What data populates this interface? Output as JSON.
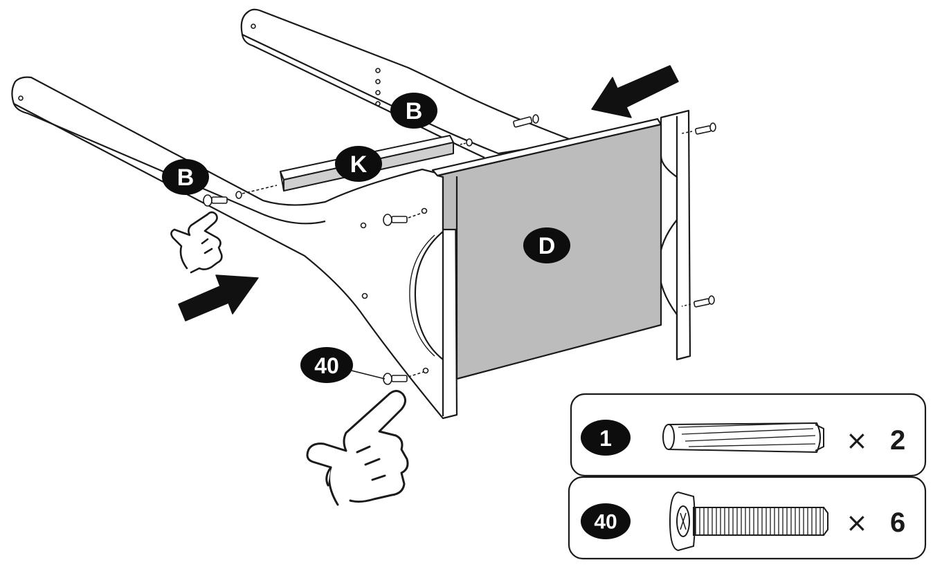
{
  "part_labels": {
    "rail_back": "B",
    "rail_front": "B",
    "brace": "K",
    "panel": "D",
    "screw_callout": "40"
  },
  "parts_list": [
    {
      "label": "1",
      "part": "dowel",
      "times": "×",
      "quantity": "2"
    },
    {
      "label": "40",
      "part": "screw",
      "times": "×",
      "quantity": "6"
    }
  ],
  "colors": {
    "line": "#1a1a1a",
    "panel_fill": "#bcbcbc",
    "label_bg": "#0d0d0d",
    "label_text": "#ffffff",
    "background": "#ffffff"
  },
  "icons": [
    "direction-arrow-icon",
    "hand-press-icon",
    "dowel-icon",
    "screw-icon"
  ]
}
